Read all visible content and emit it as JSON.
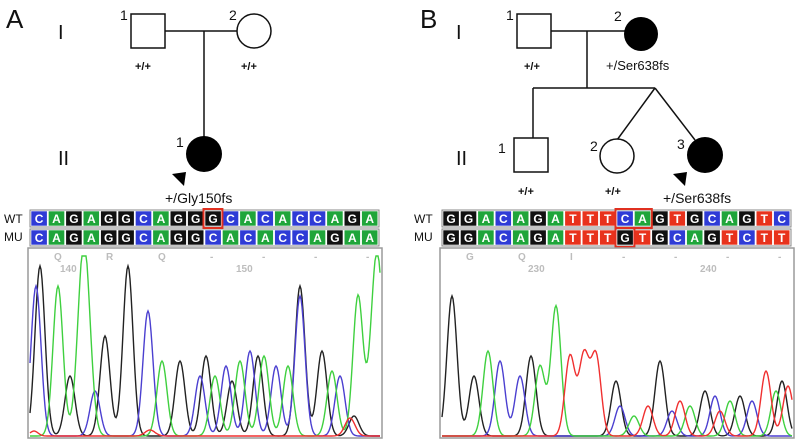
{
  "panel_a": {
    "letter": "A",
    "gen1": "I",
    "gen2": "II",
    "p1_num": "1",
    "p1_geno": "+/+",
    "p2_num": "2",
    "p2_geno": "+/+",
    "child_num": "1",
    "child_geno": "+/Gly150fs",
    "wt_label": "WT",
    "mu_label": "MU",
    "wt_seq": [
      "C",
      "A",
      "G",
      "A",
      "G",
      "G",
      "C",
      "A",
      "G",
      "G",
      "G",
      "C",
      "A",
      "C",
      "A",
      "C",
      "C",
      "A",
      "G",
      "A"
    ],
    "mu_seq": [
      "C",
      "A",
      "G",
      "A",
      "G",
      "G",
      "C",
      "A",
      "G",
      "G",
      "C",
      "A",
      "C",
      "A",
      "C",
      "C",
      "A",
      "G",
      "A",
      "A"
    ],
    "aa_labels": [
      "Q",
      "R",
      "Q",
      "-",
      "-",
      "-",
      "-"
    ],
    "pos_labels": [
      "140",
      "150"
    ]
  },
  "panel_b": {
    "letter": "B",
    "gen1": "I",
    "gen2": "II",
    "p1_num": "1",
    "p1_geno": "+/+",
    "p2_num": "2",
    "p2_geno": "+/Ser638fs",
    "c1_num": "1",
    "c1_geno": "+/+",
    "c2_num": "2",
    "c2_geno": "+/+",
    "c3_num": "3",
    "c3_geno": "+/Ser638fs",
    "wt_label": "WT",
    "mu_label": "MU",
    "wt_seq": [
      "G",
      "G",
      "A",
      "C",
      "A",
      "G",
      "A",
      "T",
      "T",
      "T",
      "C",
      "A",
      "G",
      "T",
      "G",
      "C",
      "A",
      "G",
      "T",
      "C"
    ],
    "mu_seq": [
      "G",
      "G",
      "A",
      "C",
      "A",
      "G",
      "A",
      "T",
      "T",
      "T",
      "G",
      "T",
      "G",
      "C",
      "A",
      "G",
      "T",
      "C",
      "T",
      "T"
    ],
    "aa_labels": [
      "G",
      "Q",
      "I",
      "-",
      "-",
      "-",
      "-"
    ],
    "pos_labels": [
      "230",
      "240"
    ]
  },
  "colors": {
    "A": "#1fa53a",
    "C": "#2f3bd6",
    "G": "#111111",
    "T": "#e8321c",
    "trace_black": "#222222",
    "trace_blue": "#4b3fd0",
    "trace_green": "#3fd03f",
    "trace_red": "#f03030",
    "highlight": "#e03020"
  }
}
